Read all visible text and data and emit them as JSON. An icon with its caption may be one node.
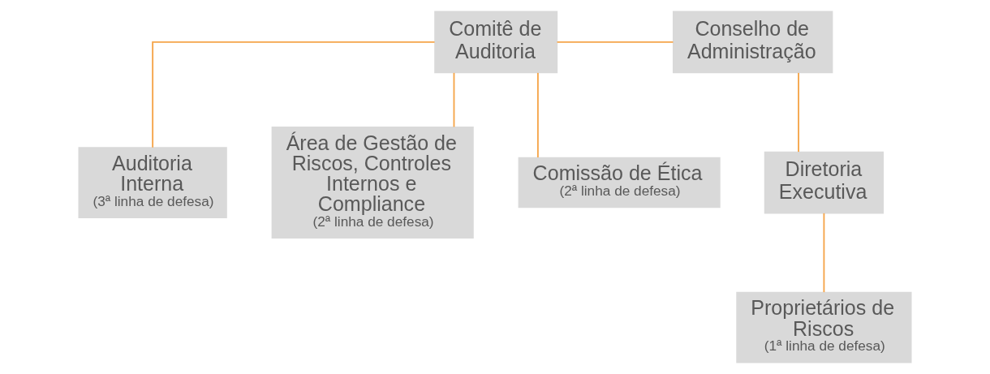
{
  "diagram": {
    "nodes": [
      {
        "text": [
          "Comitê de Auditoria"
        ]
      },
      {
        "text": [
          "Conselho de Administração"
        ]
      },
      {
        "text": [
          "Auditoria Interna",
          "(3ª linha de defesa)"
        ]
      },
      {
        "text": [
          "Área de Gestão de Riscos, Controles Internos e Compliance",
          "(2ª linha de defesa)"
        ]
      },
      {
        "text": [
          "Comissão de Ética",
          "(2ª linha de defesa)"
        ]
      },
      {
        "text": [
          "Diretoria Executiva"
        ]
      },
      {
        "text": [
          "Proprietários de Riscos",
          "(1ª linha de defesa)"
        ]
      }
    ],
    "edges": [
      {
        "from": 0,
        "to": 1,
        "arrow": "none"
      },
      {
        "from": 0,
        "to": 2,
        "arrow": "none"
      },
      {
        "from": 0,
        "to": 3,
        "arrow": "none"
      },
      {
        "from": 0,
        "to": 4,
        "arrow": "none"
      },
      {
        "from": 1,
        "to": 5,
        "arrow": "none"
      },
      {
        "from": 5,
        "to": 6,
        "arrow": "none"
      }
    ]
  }
}
